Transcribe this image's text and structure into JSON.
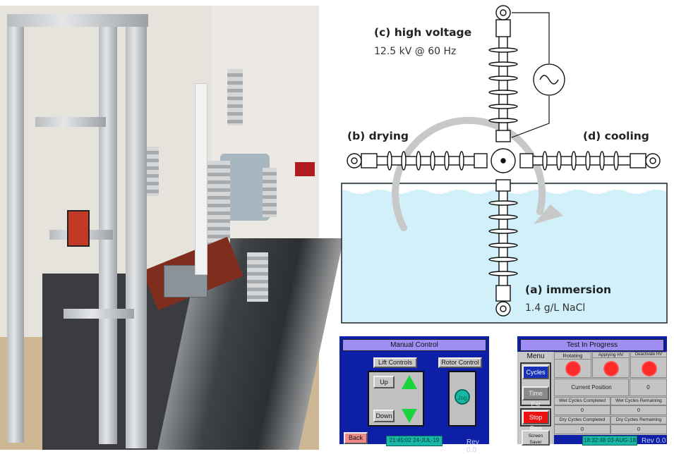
{
  "photo": {
    "description": "Laboratory test apparatus photograph: aluminum extrusion lift frame, rotor with four insulators over stainless steel tank"
  },
  "diagram": {
    "positions": [
      {
        "id": "c",
        "title": "(c) high voltage",
        "detail": "12.5 kV @ 60 Hz"
      },
      {
        "id": "b",
        "title": "(b) drying",
        "detail": ""
      },
      {
        "id": "d",
        "title": "(d) cooling",
        "detail": ""
      },
      {
        "id": "a",
        "title": "(a) immersion",
        "detail": "1.4 g/L NaCl"
      }
    ],
    "source_symbol": "ac-source-icon",
    "colors": {
      "water": "#d2f0fa",
      "arrow": "#c8c8c8",
      "line": "#111111"
    }
  },
  "manual_control": {
    "title": "Manual Control",
    "lift_label": "Lift Controls",
    "rotor_label": "Rotor Control",
    "up_label": "Up",
    "down_label": "Down",
    "jog_label": "Jog",
    "back_label": "Back",
    "clock": "21:45:02 24-JUL-19",
    "rev": "Rev 0.0"
  },
  "test_in_progress": {
    "title": "Test In Progress",
    "menu_label": "Menu",
    "menu_items": [
      "Cycles",
      "Time Est"
    ],
    "stop_label": "Stop Req",
    "screen_saver_label": "Screen Saver",
    "indicators": [
      "Rotating",
      "Applying HV",
      "Deactivate HV"
    ],
    "current_position_label": "Current Position",
    "current_position_value": "0",
    "wet_completed_label": "Wet Cycles Completed",
    "wet_remaining_label": "Wet Cycles Remaining",
    "wet_completed_value": "0",
    "wet_remaining_value": "0",
    "dry_completed_label": "Dry Cycles Completed",
    "dry_remaining_label": "Dry Cycles Remaining",
    "dry_completed_value": "0",
    "dry_remaining_value": "0",
    "clock": "18:32:48 03-AUG-18",
    "rev": "Rev 0.0"
  }
}
